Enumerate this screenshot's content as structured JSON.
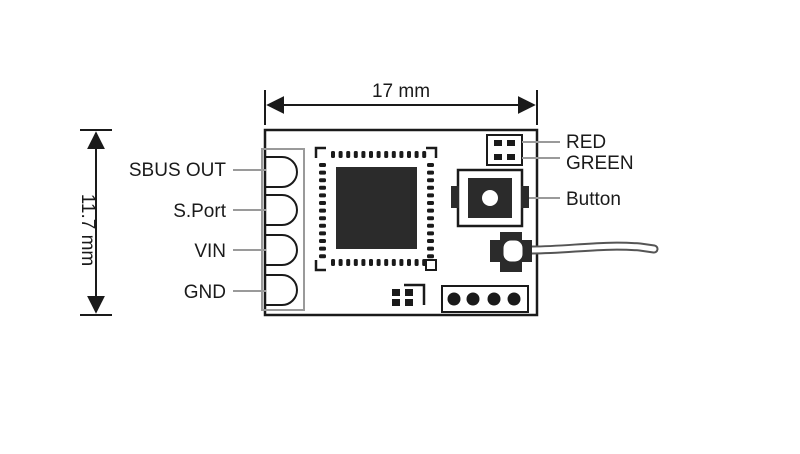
{
  "dimensions": {
    "width_label": "17 mm",
    "height_label": "11.7 mm"
  },
  "pins": [
    {
      "label": "SBUS OUT"
    },
    {
      "label": "S.Port"
    },
    {
      "label": "VIN"
    },
    {
      "label": "GND"
    }
  ],
  "leds": [
    {
      "label": "RED"
    },
    {
      "label": "GREEN"
    }
  ],
  "button_label": "Button",
  "colors": {
    "outline": "#1a1a1a",
    "chip": "#2b2b2b",
    "pin_lines": "#9a9a9a",
    "cable": "#555555"
  }
}
